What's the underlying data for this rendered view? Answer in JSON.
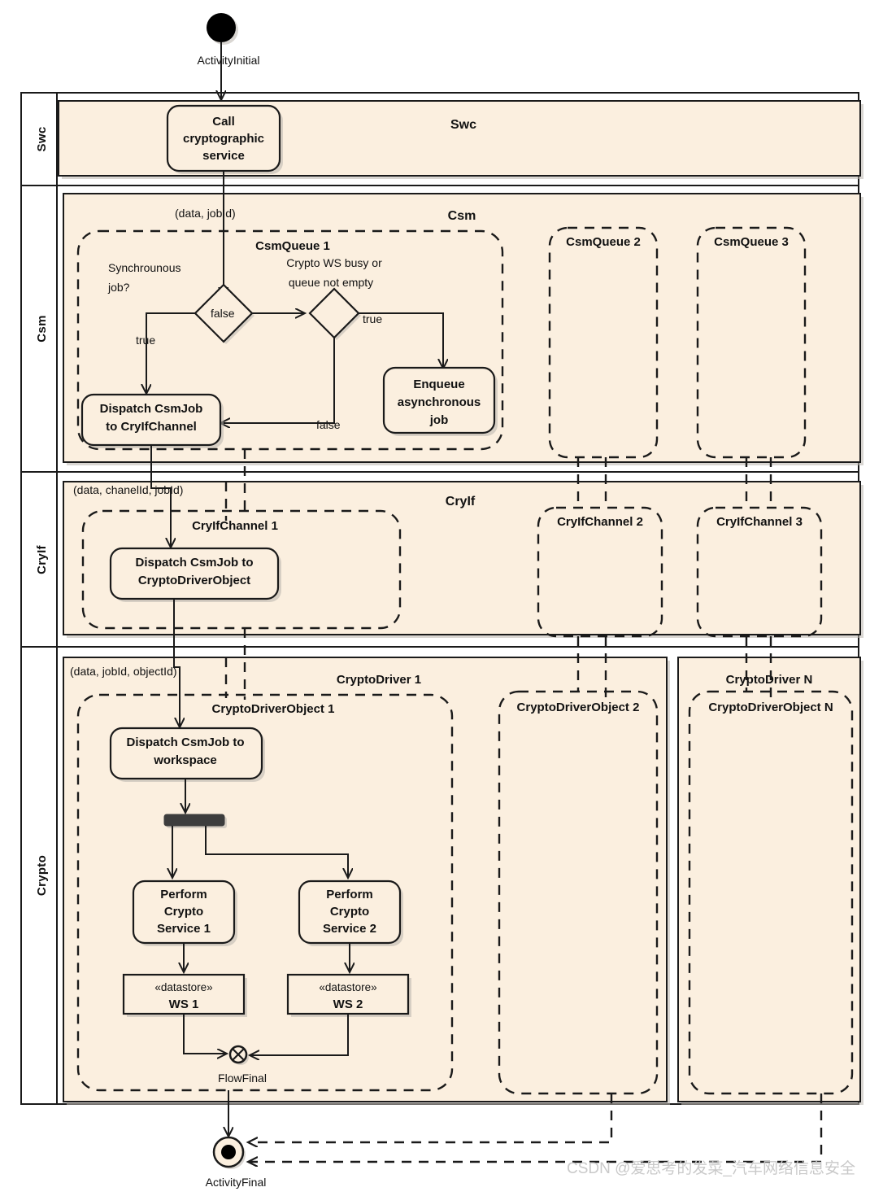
{
  "diagram": {
    "type": "uml-activity-diagram",
    "title": "AUTOSAR Crypto Stack Activity Diagram",
    "background_color": "#ffffff",
    "lane_fill_color": "#fbefdf",
    "stroke_color": "#1a1a1a"
  },
  "initial_node": {
    "label": "ActivityInitial"
  },
  "final_node": {
    "label": "ActivityFinal"
  },
  "flow_final_node": {
    "label": "FlowFinal"
  },
  "lanes": [
    {
      "id": "swc",
      "label": "Swc",
      "header": "Swc"
    },
    {
      "id": "csm",
      "label": "Csm",
      "header": "Csm"
    },
    {
      "id": "cryif",
      "label": "CryIf",
      "header": "CryIf"
    },
    {
      "id": "crypto",
      "label": "Crypto",
      "header": ""
    }
  ],
  "swc": {
    "activity": "Call\ncryptographic\nservice",
    "activity_lines": [
      "Call",
      "cryptographic",
      "service"
    ]
  },
  "csm": {
    "incoming_edge_label": "(data, jobId)",
    "partitions": [
      {
        "label": "CsmQueue 1"
      },
      {
        "label": "CsmQueue 2"
      },
      {
        "label": "CsmQueue 3"
      }
    ],
    "decision_1": {
      "question_lines": [
        "Synchrounous",
        "job?"
      ],
      "guard_true": "true",
      "guard_false": "false"
    },
    "decision_2": {
      "question_lines": [
        "Crypto WS busy or",
        "queue not empty"
      ],
      "guard_true": "true",
      "guard_false": "false"
    },
    "activity_dispatch_lines": [
      "Dispatch CsmJob",
      "to CryIfChannel"
    ],
    "activity_enqueue_lines": [
      "Enqueue",
      "asynchronous",
      "job"
    ]
  },
  "cryif": {
    "incoming_edge_label": "(data, chanelId, jobId)",
    "partitions": [
      {
        "label": "CryIfChannel 1"
      },
      {
        "label": "CryIfChannel 2"
      },
      {
        "label": "CryIfChannel 3"
      }
    ],
    "activity_lines": [
      "Dispatch CsmJob  to",
      "CryptoDriverObject"
    ]
  },
  "crypto": {
    "incoming_edge_label": "(data, jobId, objectId)",
    "drivers": [
      {
        "label": "CryptoDriver 1",
        "objects": [
          {
            "label": "CryptoDriverObject 1"
          },
          {
            "label": "CryptoDriverObject 2"
          }
        ]
      },
      {
        "label": "CryptoDriver N",
        "objects": [
          {
            "label": "CryptoDriverObject N"
          }
        ]
      }
    ],
    "activity_dispatch_lines": [
      "Dispatch CsmJob to",
      "workspace"
    ],
    "fork_bar": "fork-node",
    "services": [
      {
        "lines": [
          "Perform",
          "Crypto",
          "Service 1"
        ]
      },
      {
        "lines": [
          "Perform",
          "Crypto",
          "Service 2"
        ]
      }
    ],
    "datastores": [
      {
        "stereotype": "«datastore»",
        "name": "WS 1"
      },
      {
        "stereotype": "«datastore»",
        "name": "WS 2"
      }
    ]
  },
  "watermark": {
    "text": "CSDN @爱思考的发菜_汽车网络信息安全"
  }
}
